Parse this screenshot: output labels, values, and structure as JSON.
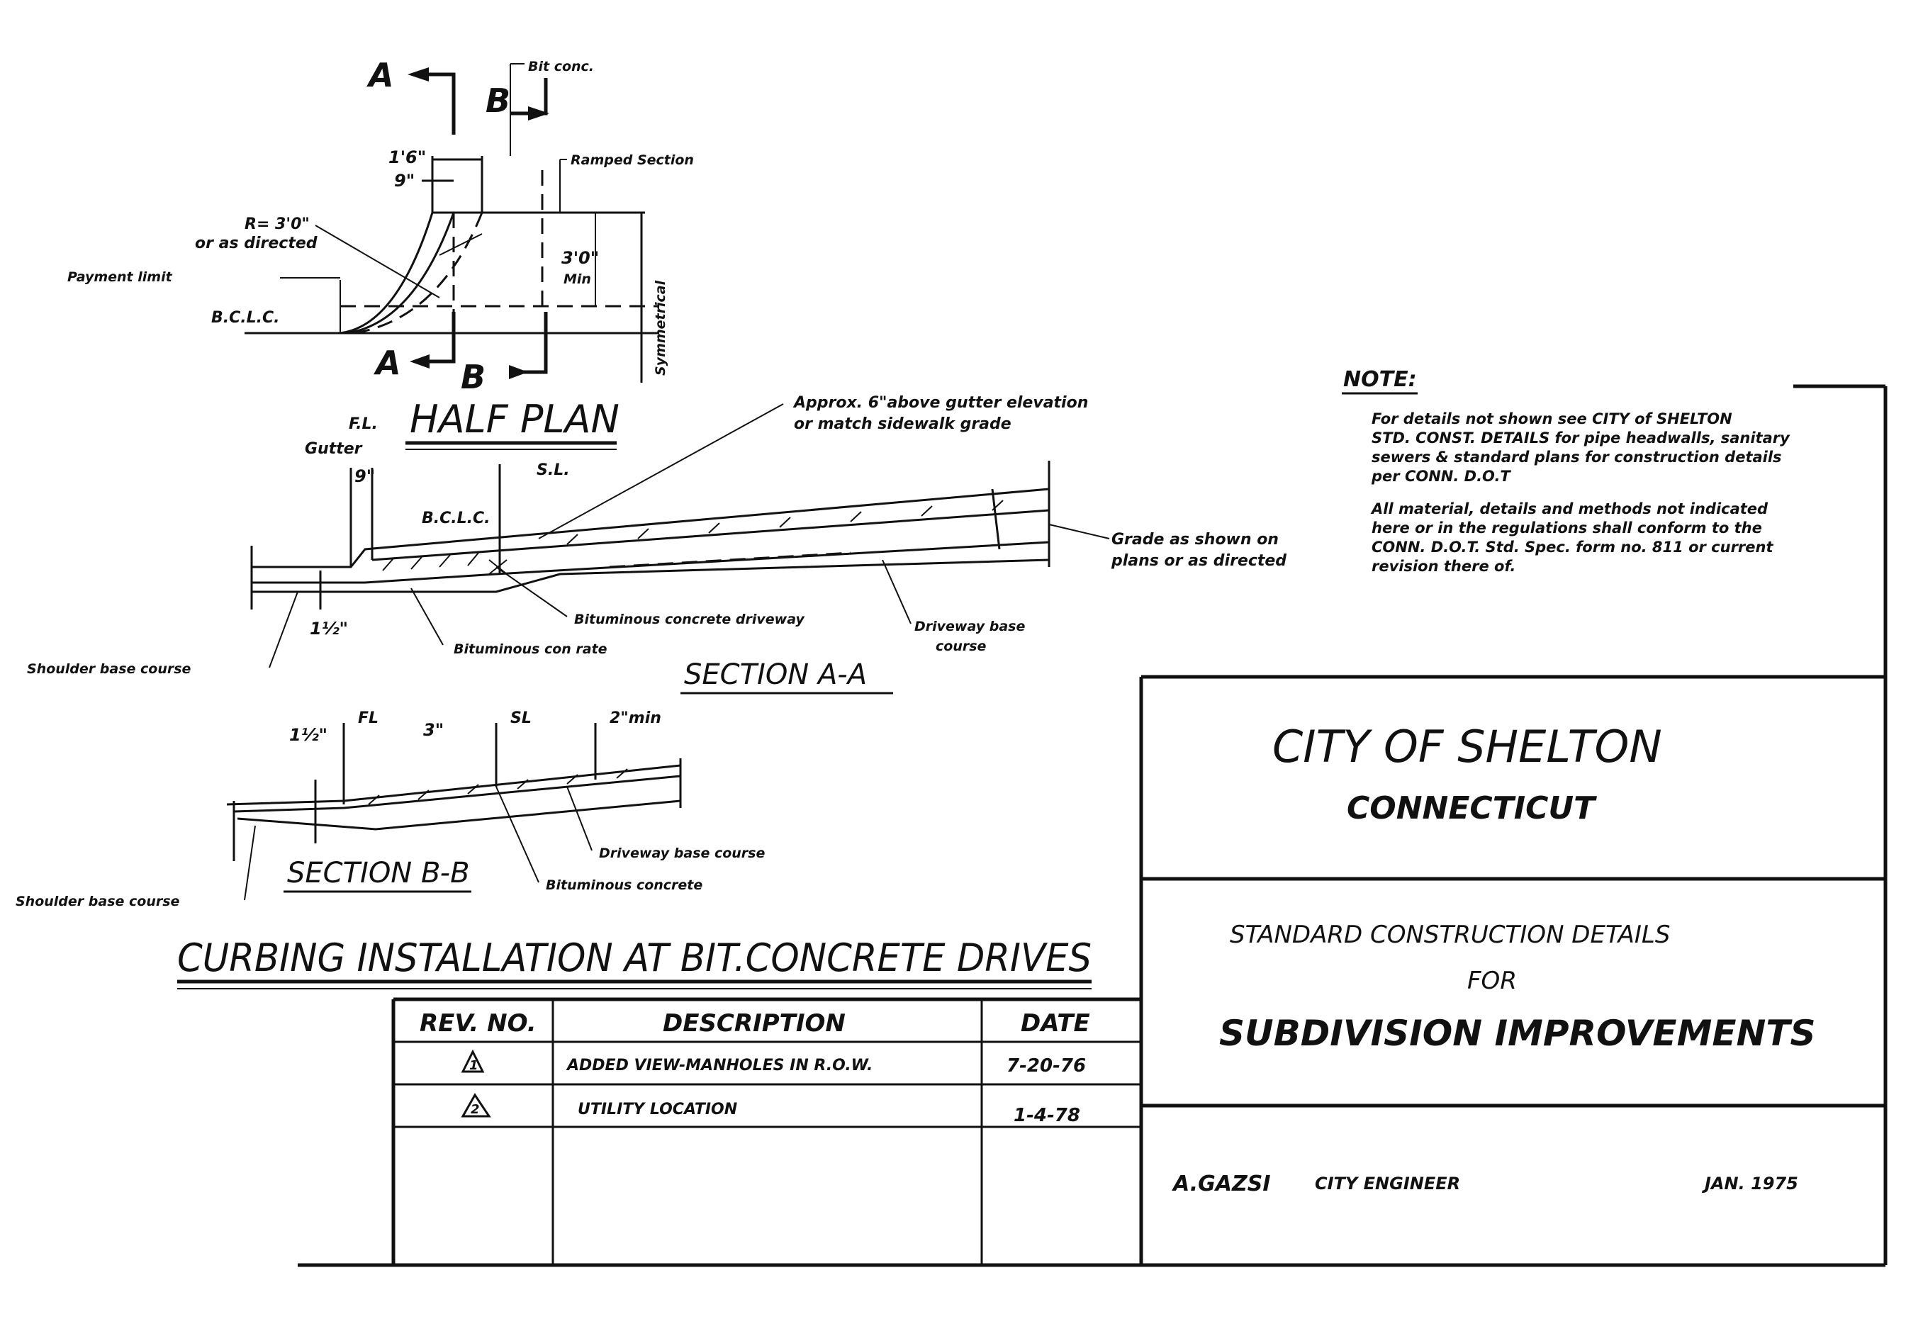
{
  "drawing_title": "CURBING INSTALLATION AT BIT.CONCRETE DRIVES",
  "half_plan": {
    "title": "HALF PLAN",
    "cut_a_top": "A",
    "cut_a_bottom": "A",
    "cut_b_top": "B",
    "cut_b_bottom": "B",
    "bit_conc": "Bit conc.",
    "ramped_section": "Ramped Section",
    "dim_1_6": "1'6\"",
    "dim_9": "9\"",
    "radius_line1": "R= 3'0\"",
    "radius_line2": "or as directed",
    "payment_limit": "Payment limit",
    "bclc": "B.C.L.C.",
    "dim_3_0": "3'0\"",
    "dim_min": "Min",
    "symmetrical": "Symmetrical"
  },
  "section_aa": {
    "title": "SECTION A-A",
    "fl": "F.L.",
    "gutter": "Gutter",
    "dim_9": "9\"",
    "bclc": "B.C.L.C.",
    "sl": "S.L.",
    "approx_line1": "Approx. 6\"above gutter elevation",
    "approx_line2": "or match sidewalk grade",
    "grade_line1": "Grade as shown on",
    "grade_line2": "plans or as directed",
    "dim_1_half": "1½\"",
    "bit_conc_driveway": "Bituminous concrete driveway",
    "driveway_base_line1": "Driveway base",
    "driveway_base_line2": "course",
    "bit_con_rate": "Bituminous con rate",
    "shoulder_base": "Shoulder base course"
  },
  "section_bb": {
    "title": "SECTION B-B",
    "dim_1_half": "1½\"",
    "fl": "FL",
    "dim_3": "3\"",
    "sl": "SL",
    "dim_2_min": "2\"min",
    "driveway_base": "Driveway base course",
    "bit_concrete": "Bituminous concrete",
    "shoulder_base": "Shoulder base course"
  },
  "note": {
    "heading": "NOTE:",
    "lines": [
      "For details not shown see CITY of SHELTON",
      "STD. CONST. DETAILS for pipe headwalls, sanitary",
      "sewers & standard plans for construction details",
      "per CONN. D.O.T",
      "All material, details and methods not indicated",
      "here or in the regulations shall conform to the",
      "CONN. D.O.T. Std. Spec. form no. 811 or current",
      "revision there of."
    ]
  },
  "title_block": {
    "city": "CITY OF SHELTON",
    "state": "CONNECTICUT",
    "std_details": "STANDARD CONSTRUCTION DETAILS",
    "for": "FOR",
    "subdivision": "SUBDIVISION IMPROVEMENTS",
    "engineer_name": "A.GAZSI",
    "engineer_title": "CITY ENGINEER",
    "date": "JAN. 1975"
  },
  "revisions": {
    "headers": [
      "REV. NO.",
      "DESCRIPTION",
      "DATE"
    ],
    "rows": [
      {
        "rev": "1",
        "description": "ADDED VIEW-MANHOLES IN R.O.W.",
        "date": "7-20-76"
      },
      {
        "rev": "2",
        "description": "UTILITY LOCATION",
        "date": "1-4-78"
      }
    ]
  }
}
